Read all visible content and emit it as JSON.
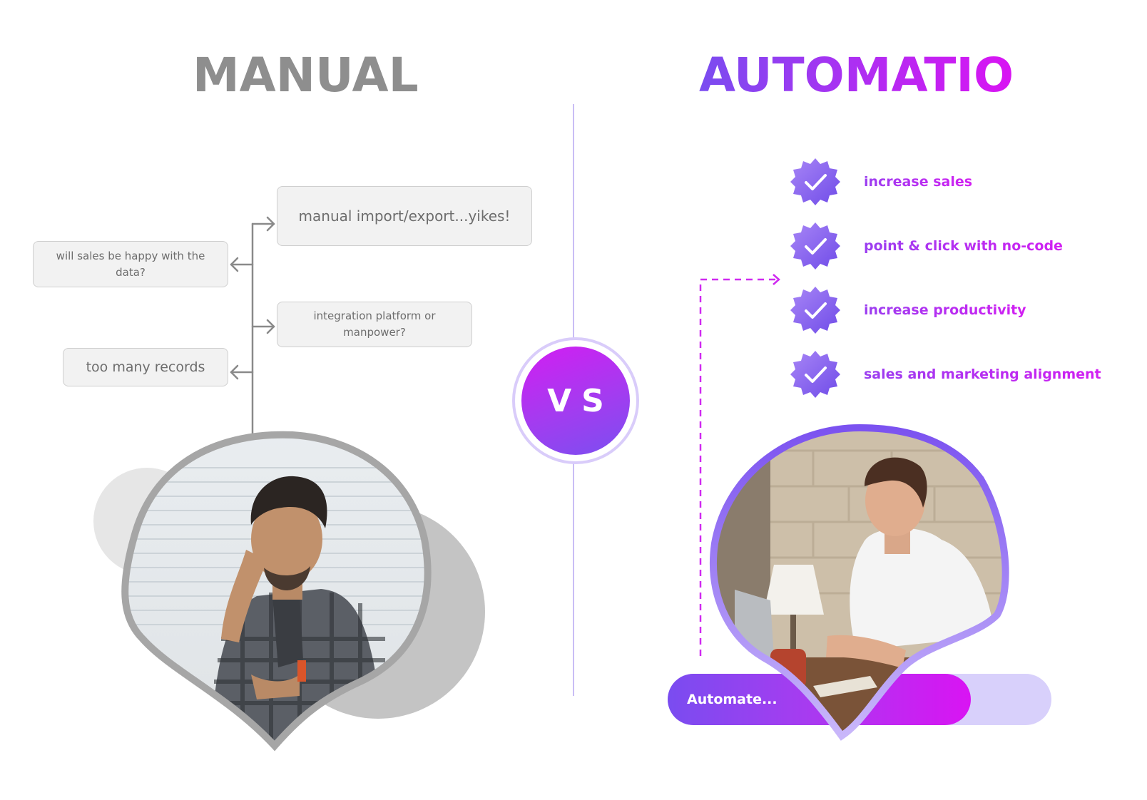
{
  "manual": {
    "title": "MANUAL",
    "bubbles": {
      "import": "manual import/export...yikes!",
      "happy": "will sales be happy with the data?",
      "integration": "integration platform or manpower?",
      "records": "too many records"
    }
  },
  "automation": {
    "title": "AUTOMATION",
    "benefits": [
      "increase sales",
      "point & click with no-code",
      "increase productivity",
      "sales and marketing alignment"
    ],
    "progress": {
      "label": "Automate...",
      "fraction": 0.79
    }
  },
  "vs": {
    "label": "VS"
  },
  "colors": {
    "manual_gray": "#8e8e8e",
    "accent_purple": "#7a4cf0",
    "accent_magenta": "#d914f3",
    "divider": "#c9bdf5"
  },
  "icons": [
    "check-badge-icon",
    "arrow-left-icon",
    "arrow-right-icon",
    "dashed-arrow-icon"
  ]
}
